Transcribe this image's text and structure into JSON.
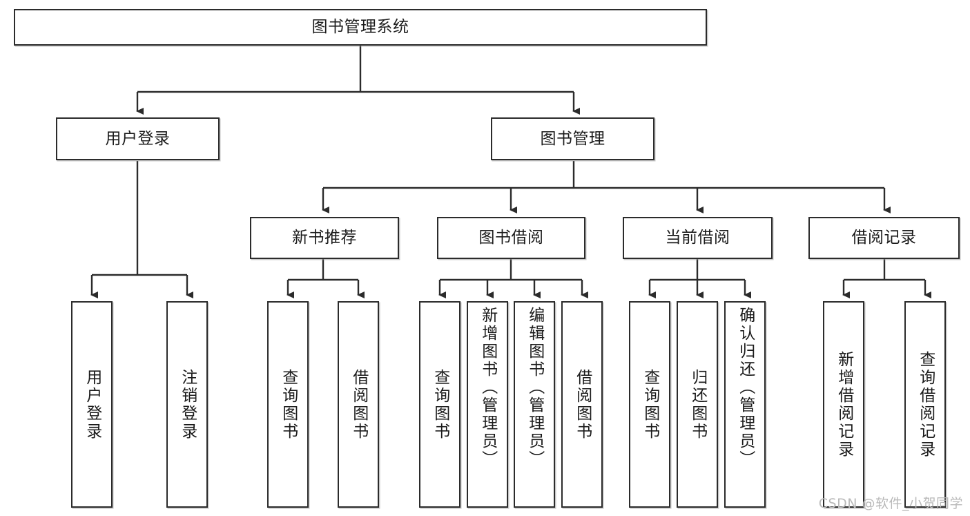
{
  "diagram": {
    "type": "tree-hierarchy-diagram",
    "title": "图书管理系统",
    "watermark": "CSDN @软件_小贺同学",
    "colors": {
      "stroke": "#2b2b2b",
      "fill": "#ffffff",
      "text": "#1b1b1b",
      "watermark": "#b9b9b9"
    },
    "root": {
      "label": "图书管理系统"
    },
    "level2": [
      {
        "label": "用户登录"
      },
      {
        "label": "图书管理"
      }
    ],
    "level3": [
      {
        "label": "新书推荐"
      },
      {
        "label": "图书借阅"
      },
      {
        "label": "当前借阅"
      },
      {
        "label": "借阅记录"
      }
    ],
    "leaves": {
      "user_login": [
        {
          "label": "用户登录"
        },
        {
          "label": "注销登录"
        }
      ],
      "new_book": [
        {
          "label": "查询图书"
        },
        {
          "label": "借阅图书"
        }
      ],
      "book_borrow": [
        {
          "label": "查询图书"
        },
        {
          "label": "新增图书（管理员）"
        },
        {
          "label": "编辑图书（管理员）"
        },
        {
          "label": "借阅图书"
        }
      ],
      "current_borrow": [
        {
          "label": "查询图书"
        },
        {
          "label": "归还图书"
        },
        {
          "label": "确认归还（管理员）"
        }
      ],
      "borrow_record": [
        {
          "label": "新增借阅记录"
        },
        {
          "label": "查询借阅记录"
        }
      ]
    }
  }
}
